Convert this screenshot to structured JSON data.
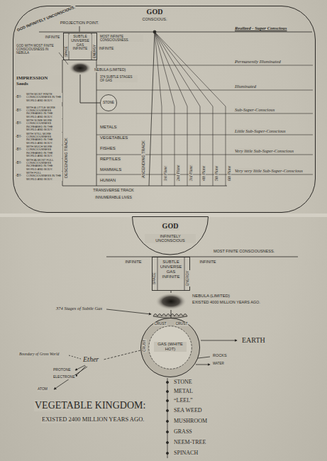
{
  "diagram": {
    "nodes": [
      {
        "text": [
          "GOD INFINITELY UNCONSCIOUS."
        ]
      },
      {
        "text": [
          "SUBTLE UNIVERSE GAS INFINITE",
          "SPACE",
          "ENERGY"
        ],
        "in": 0
      },
      {
        "text": [
          "NEBULA (LIMITED)"
        ],
        "in": 0
      },
      {
        "text": [
          "STONE"
        ],
        "in": 0
      },
      {
        "text": [
          "GOD",
          "INFINITELY UNCONSCIOUS"
        ]
      },
      {
        "text": [
          "SUBTLE UNIVERSE GAS INFINITE",
          "SPACE",
          "ENERGY"
        ]
      },
      {
        "text": [
          "NEBULA (LIMITED)",
          "EXISTED 4000 MILLION YEARS AGO."
        ]
      },
      {
        "text": [
          "GAS (WHITE HOT)",
          "CRUST",
          "CRUST",
          "CRUST"
        ]
      }
    ],
    "edges": [
      {
        "from": 2,
        "to": 3,
        "arrow": "none"
      },
      {
        "from": 5,
        "to": 6,
        "arrow": "none"
      },
      {
        "from": 6,
        "to": 7,
        "arrow": "none"
      }
    ],
    "labels": [
      "PROJECTION POINT.",
      "GOD",
      "CONSCIOUS.",
      "INFINITE",
      "INFINITE",
      "MOST INFINITE CONSCIOUSNESS.",
      "GOD WITH MOST FINITE CONSCIOUSNESS IN NEBULA",
      "374 SUBTLE STAGES OF GAS",
      "IMPRESSION Seeds",
      "-BY-",
      "WITH MOST FINITE CONSCIOUSNESS IN THE WORLD AND BODY.",
      "-BY-",
      "WITH A LITTLE MORE CONSCIOUSNESS INCREASED IN THE WORLD AND BODY.",
      "-BY-",
      "WITH SOME MORE CONSCIOUSNESS INCREASED IN THE WORLD AND BODY.",
      "-BY-",
      "WITH STILL MORE CONSCIOUSNESS INCREASED IN THE WORLD AND BODY.",
      "-BY-",
      "WITH MUCH MORE CONSCIOUSNESS INCREASED IN THE WORLD AND BODY.",
      "-BY-",
      "WITH ALMOST FULL CONSCIOUSNESS INCREASED IN THE WORLD AND BODY.",
      "-BY-",
      "WITH FULL CONSCIOUSNESS IN THE WORLD AND BODY.",
      "METALS",
      "VEGETABLES",
      "FISHES",
      "REPTILES",
      "MAMMALS",
      "HUMAN",
      "DESCENDING TRACK",
      "ASCENDING TRACK",
      "TRANSVERSE TRACK",
      "INNUMERABLE LIVES",
      "1st Plane",
      "2nd Plane",
      "3rd Plane",
      "4th Plane",
      "5th Plane",
      "6th Plane",
      "Realized - Super Conscious",
      "Permanently Illuminated",
      "Illuminated",
      "Sub-Super-Conscious",
      "Little Sub-Super-Conscious",
      "Very little Sub-Super-Conscious",
      "Very very little Sub-Super-Conscious",
      "INFINITE",
      "INFINITE",
      "MOST FINITE CONSCIOUSNESS.",
      "374 Stages of Subtle Gas",
      "EARTH",
      "ROCKS",
      "WATER",
      "Boundary of Gross World",
      "Ether",
      "PROTONE",
      "ELECTRONE",
      "ATOM",
      "STONE",
      "METAL",
      "“LEEL”",
      "SEA WEED",
      "MUSHROOM",
      "GRASS",
      "NEEM-TREE",
      "SPINACH",
      "VEGETABLE KINGDOM:",
      "EXISTED 2400 MILLION YEARS AGO."
    ]
  }
}
